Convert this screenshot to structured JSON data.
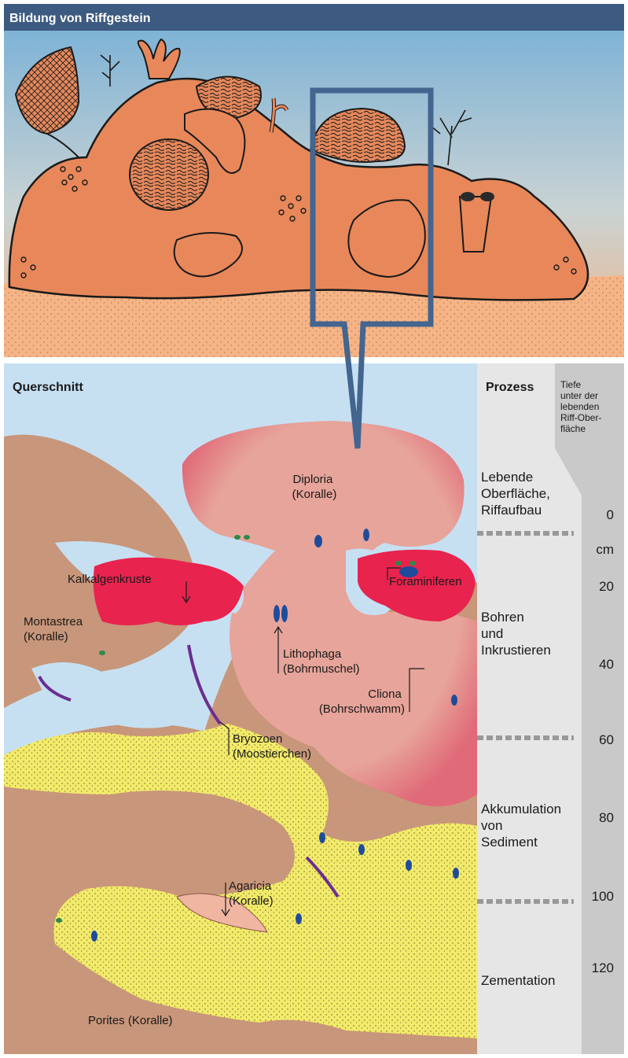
{
  "header": {
    "title": "Bildung von Riffgestein"
  },
  "cross_section": {
    "title": "Querschnitt"
  },
  "columns": {
    "process_header": "Prozess",
    "depth_header": [
      "Tiefe",
      "unter der",
      "lebenden",
      "Riff-Ober-",
      "fläche"
    ]
  },
  "processes": [
    {
      "lines": [
        "Lebende",
        "Oberfläche,",
        "Riffaufbau"
      ]
    },
    {
      "lines": [
        "Bohren",
        "und",
        "Inkrustieren"
      ]
    },
    {
      "lines": [
        "Akkumulation",
        "von",
        "Sediment"
      ]
    },
    {
      "lines": [
        "Zementation"
      ]
    }
  ],
  "depth_scale": {
    "unit": "cm",
    "ticks": [
      "0",
      "20",
      "40",
      "60",
      "80",
      "100",
      "120"
    ]
  },
  "labels": {
    "diploria": [
      "Diploria",
      "(Koralle)"
    ],
    "kalkalgen": [
      "Kalkalgenkruste"
    ],
    "foraminiferen": [
      "Foraminiferen"
    ],
    "montastrea": [
      "Montastrea",
      "(Koralle)"
    ],
    "lithophaga": [
      "Lithophaga",
      "(Bohrmuschel)"
    ],
    "cliona": [
      "Cliona",
      "(Bohrschwamm)"
    ],
    "bryozoen": [
      "Bryozoen",
      "(Moostierchen)"
    ],
    "agaricia": [
      "Agaricia",
      "(Koralle)"
    ],
    "porites": [
      "Porites (Koralle)"
    ]
  },
  "colors": {
    "header_bg": "#3d5a80",
    "sky_top": "#7fb3d6",
    "sky_bottom": "#f3b487",
    "sand": "#f6b486",
    "reef": "#e8885a",
    "water": "#c6e0f2",
    "rock": "#c8967a",
    "coral_pink": "#e7a49a",
    "crust": "#e8234e",
    "sediment": "#f2ea6a",
    "bryozoa": "#6b2e90",
    "borer": "#1f4c9a",
    "frame": "#43658f",
    "process_bg": "#e6e6e6",
    "depth_bg": "#c9c9c9"
  },
  "icons": [
    "callout-frame",
    "coral-icon",
    "dotted-divider"
  ]
}
